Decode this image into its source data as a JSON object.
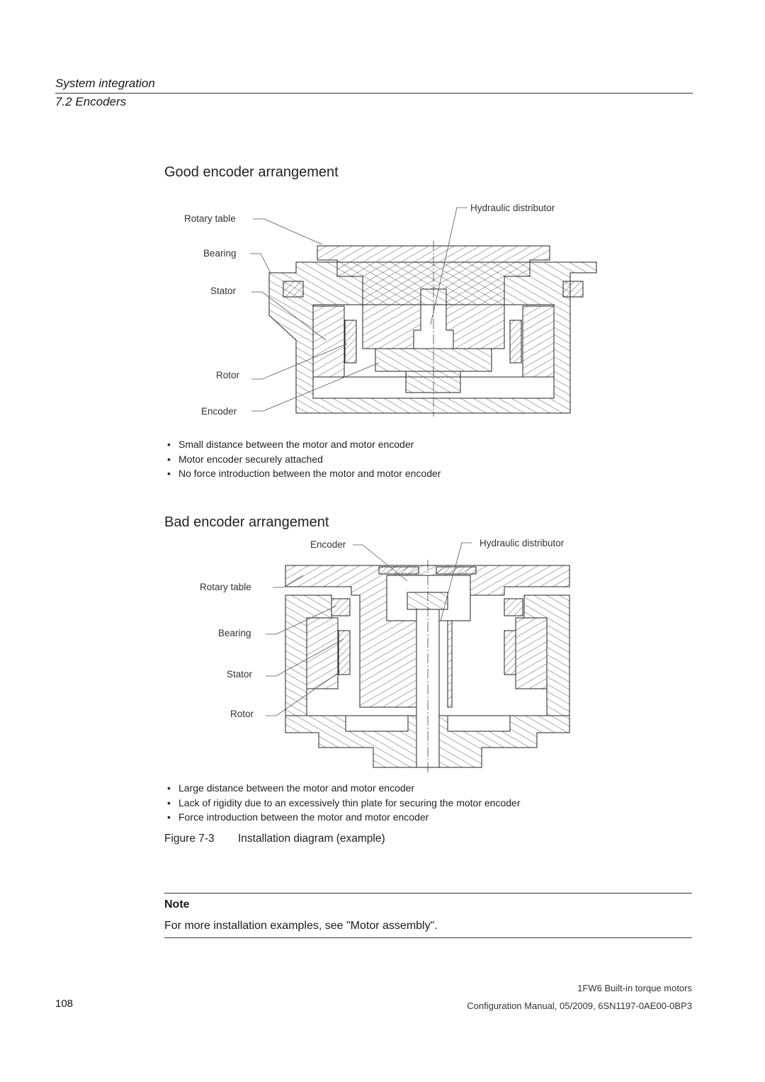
{
  "header": {
    "section": "System integration",
    "subsection": "7.2 Encoders"
  },
  "good": {
    "heading": "Good encoder arrangement",
    "labels": {
      "hydraulic": "Hydraulic distributor",
      "rotary_table": "Rotary table",
      "bearing": "Bearing",
      "stator": "Stator",
      "rotor": "Rotor",
      "encoder": "Encoder"
    },
    "bullets": [
      "Small distance between the motor and motor encoder",
      "Motor encoder securely attached",
      "No force introduction between the motor and motor encoder"
    ]
  },
  "bad": {
    "heading": "Bad encoder arrangement",
    "labels": {
      "encoder": "Encoder",
      "hydraulic": "Hydraulic distributor",
      "rotary_table": "Rotary table",
      "bearing": "Bearing",
      "stator": "Stator",
      "rotor": "Rotor"
    },
    "bullets": [
      "Large distance between the motor and motor encoder",
      "Lack of rigidity due to an excessively thin plate for securing the motor encoder",
      "Force introduction between the motor and motor encoder"
    ]
  },
  "figure": {
    "number": "Figure 7-3",
    "title": "Installation diagram (example)"
  },
  "note": {
    "title": "Note",
    "text": "For more installation examples, see \"Motor assembly\"."
  },
  "footer": {
    "page": "108",
    "line1": "1FW6 Built-in torque motors",
    "line2": "Configuration Manual, 05/2009, 6SN1197-0AE00-0BP3"
  }
}
